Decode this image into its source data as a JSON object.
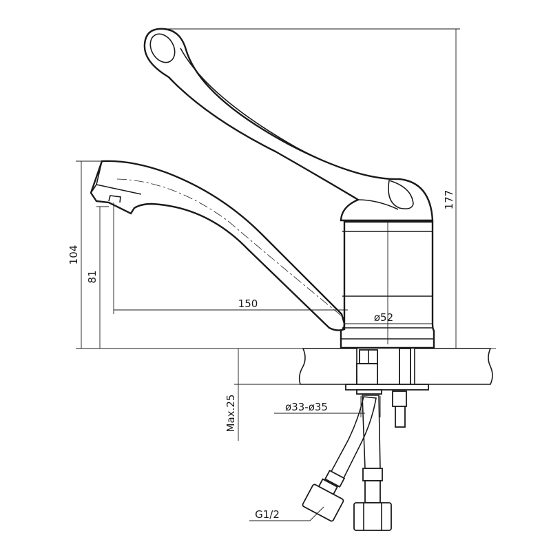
{
  "dimensions": {
    "total_height": "177",
    "spout_height": "104",
    "outlet_height": "81",
    "spout_reach": "150",
    "body_diameter": "ø52",
    "hole_diameter": "ø33-ø35",
    "max_thickness": "Max.25",
    "connection_thread": "G1/2"
  },
  "colors": {
    "line": "#1a1a1a",
    "background": "#ffffff"
  }
}
